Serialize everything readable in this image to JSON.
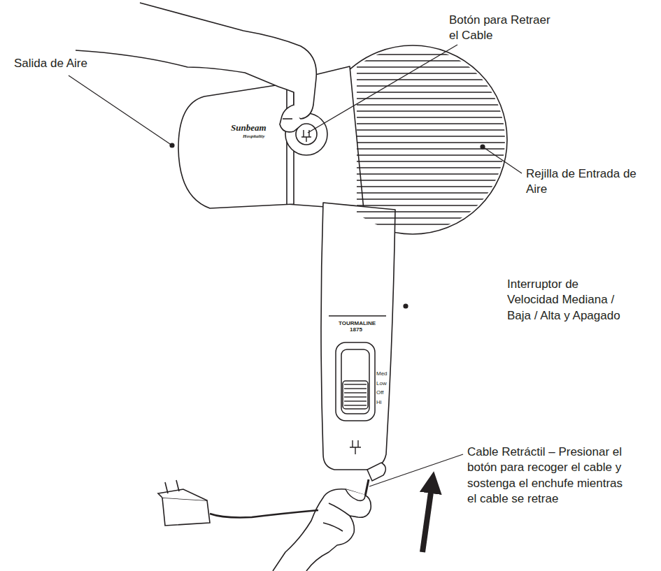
{
  "diagram": {
    "labels": [
      "Botón para Retraer el Cable",
      "Salida de Aire",
      "Rejilla de Entrada de Aire",
      "Interruptor de Velocidad Mediana / Baja / Alta y Apagado",
      "Cable Retráctil – Presionar el botón para recoger el cable y sostenga el enchufe mientras el cable se retrae",
      "Sunbeam",
      "Hospitality",
      "TOURMALINE 1875",
      "Med",
      "Low",
      "Off",
      "Hi"
    ]
  }
}
